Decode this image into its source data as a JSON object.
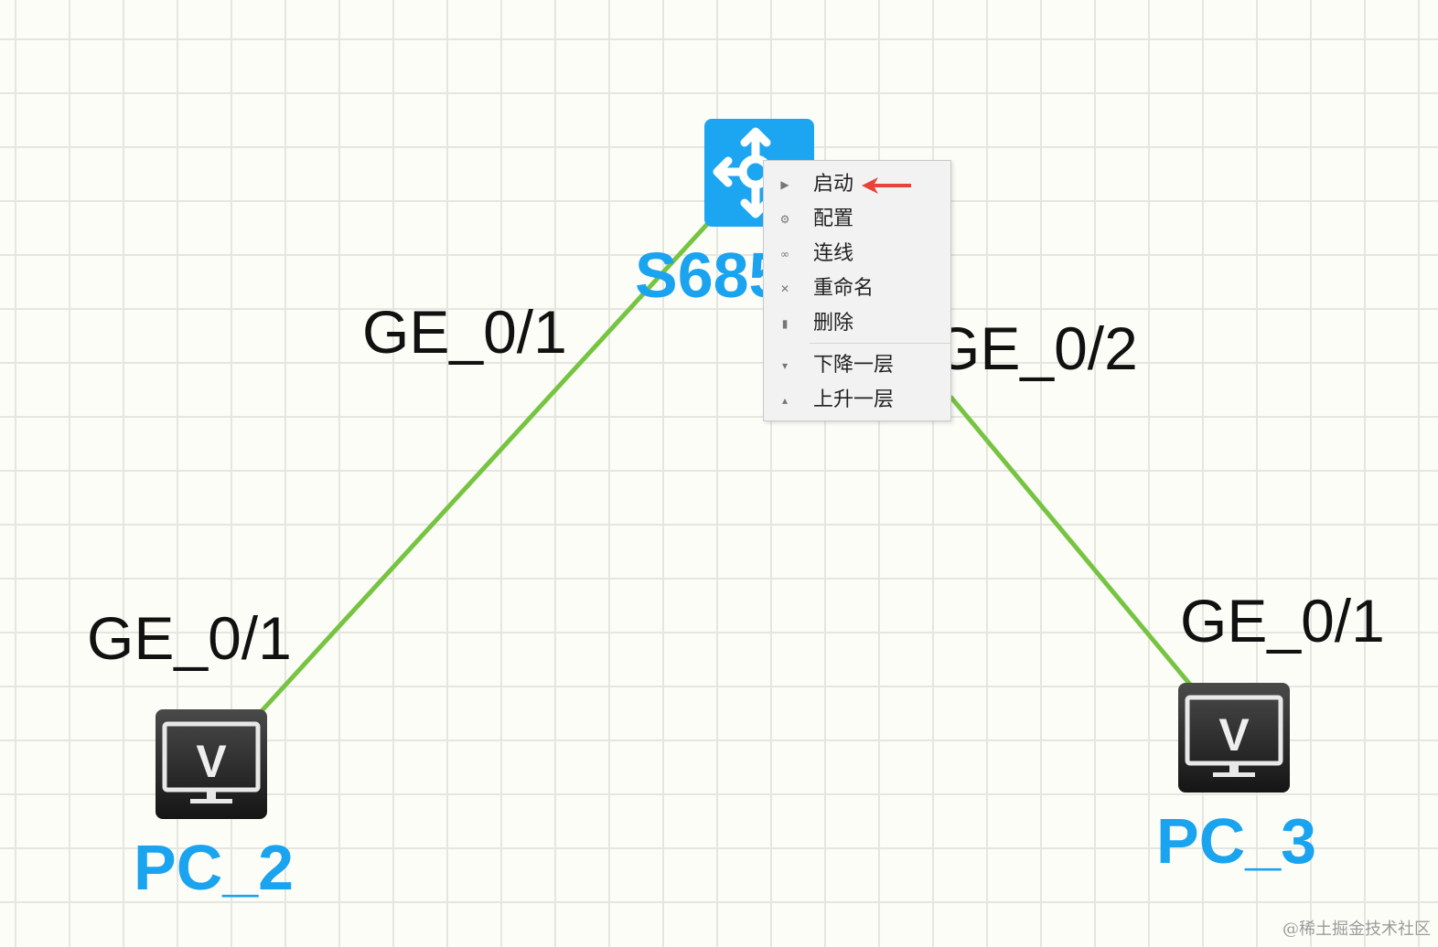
{
  "topology": {
    "devices": {
      "switch": {
        "label": "S685",
        "icon": "switch-icon",
        "color": "#1ca6f2"
      },
      "pc_left": {
        "label": "PC_2",
        "icon": "pc-monitor-icon",
        "screen_letter": "V"
      },
      "pc_right": {
        "label": "PC_3",
        "icon": "pc-monitor-icon",
        "screen_letter": "V"
      }
    },
    "ports": {
      "switch_left": "GE_0/1",
      "switch_right": "GE_0/2",
      "pc_left": "GE_0/1",
      "pc_right": "GE_0/1"
    },
    "link_color": "#76c442",
    "label_color": "#1aa3ee"
  },
  "context_menu": {
    "items": [
      {
        "label": "启动",
        "icon": "play-icon"
      },
      {
        "label": "配置",
        "icon": "gear-icon"
      },
      {
        "label": "连线",
        "icon": "link-icon"
      },
      {
        "label": "重命名",
        "icon": "rename-icon"
      },
      {
        "label": "删除",
        "icon": "trash-icon"
      },
      {
        "label": "下降一层",
        "icon": "layer-down-icon"
      },
      {
        "label": "上升一层",
        "icon": "layer-up-icon"
      }
    ],
    "annotation_arrow_color": "#e8423a"
  },
  "watermark": "@稀土掘金技术社区"
}
